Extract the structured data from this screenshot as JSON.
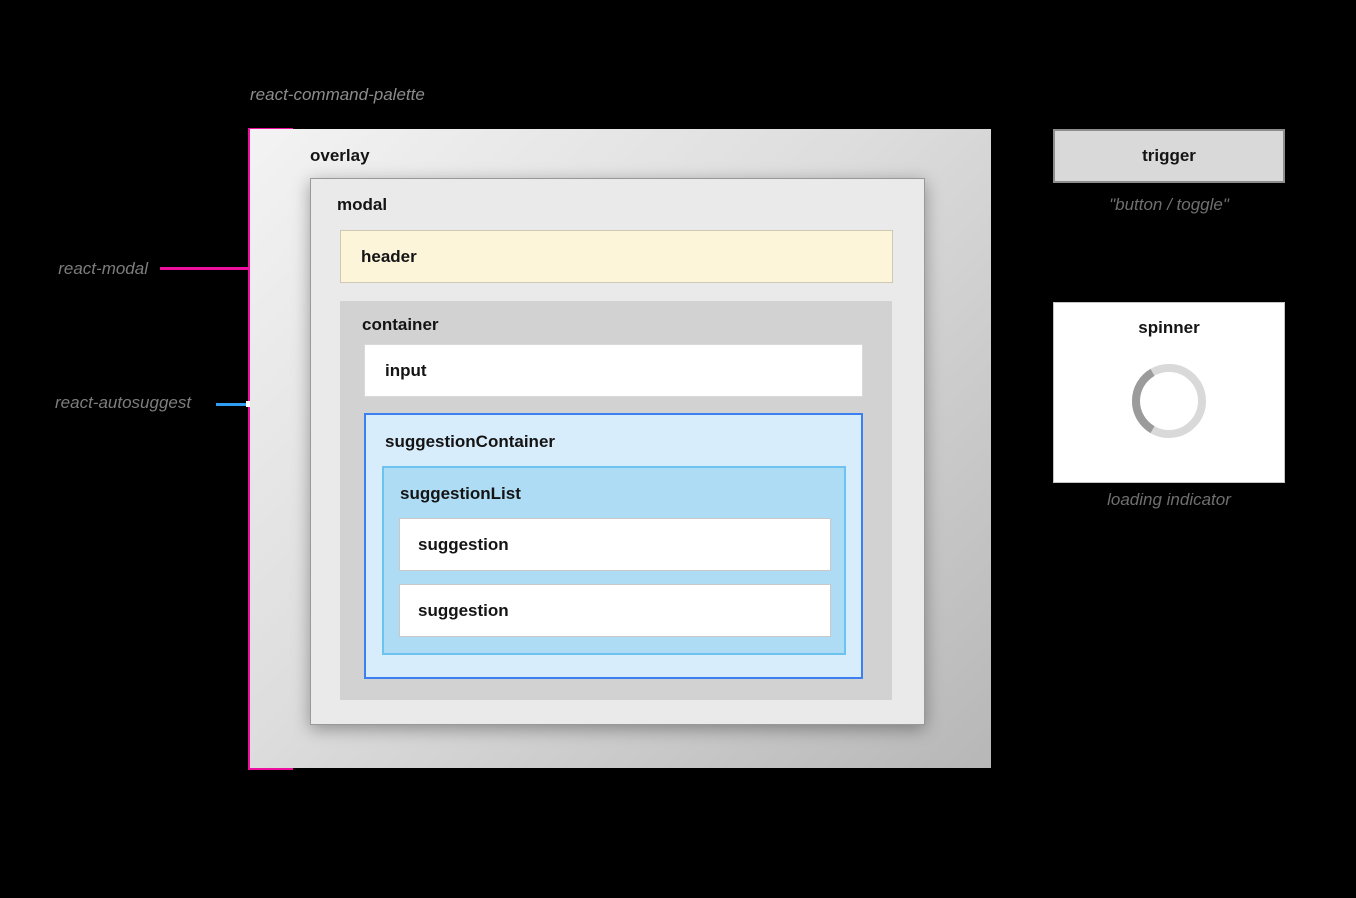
{
  "title": "react-command-palette",
  "colors": {
    "magenta": "#ed109f",
    "blue": "#2f9ff3",
    "sugg_border": "#3c7ff1",
    "sugg_fill": "#d8edfb",
    "sugg_list_border": "#6cc3f0",
    "sugg_list_fill": "#aedcf5",
    "header_fill": "#fcf5da",
    "overlay_light": "#f3f3f3",
    "overlay_dark": "#b7b7b7",
    "annotation_gray": "#7d7d7d",
    "spinner_ring": "#d9d9d9",
    "spinner_arc": "#9b9b9b"
  },
  "annotations": {
    "react_modal": "react-modal",
    "react_autosuggest": "react-autosuggest"
  },
  "boxes": {
    "overlay": "overlay",
    "modal": "modal",
    "header": "header",
    "container": "container",
    "input": "input",
    "suggestion_container": "suggestionContainer",
    "suggestion_list": "suggestionList",
    "suggestions": [
      "suggestion",
      "suggestion"
    ]
  },
  "trigger": {
    "label": "trigger",
    "caption": "\"button / toggle\""
  },
  "spinner": {
    "label": "spinner",
    "caption": "loading indicator"
  }
}
